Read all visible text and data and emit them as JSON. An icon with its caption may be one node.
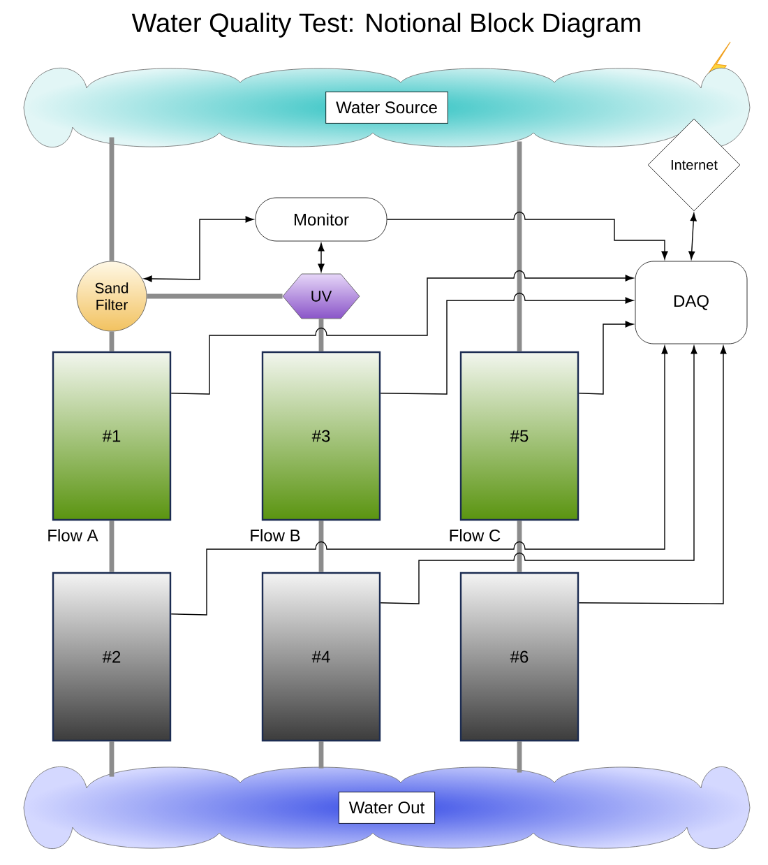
{
  "diagram": {
    "title": "Water Quality Test: Notional Block Diagram",
    "nodes": [
      {
        "text": [
          "Water Source"
        ]
      },
      {
        "text": [
          "Monitor"
        ]
      },
      {
        "text": [
          "Internet"
        ]
      },
      {
        "text": [
          "Sand Filter"
        ]
      },
      {
        "text": [
          "UV"
        ]
      },
      {
        "text": [
          "DAQ"
        ]
      },
      {
        "text": [
          "#1"
        ]
      },
      {
        "text": [
          "#3"
        ]
      },
      {
        "text": [
          "#5"
        ]
      },
      {
        "text": [
          "#2"
        ]
      },
      {
        "text": [
          "#4"
        ]
      },
      {
        "text": [
          "#6"
        ]
      },
      {
        "text": [
          "Water Out"
        ]
      }
    ],
    "edges": [
      {
        "from": 0,
        "to": 3,
        "arrow": "none"
      },
      {
        "from": 3,
        "to": 6,
        "arrow": "none"
      },
      {
        "from": 3,
        "to": 4,
        "arrow": "none"
      },
      {
        "from": 4,
        "to": 7,
        "arrow": "none"
      },
      {
        "from": 0,
        "to": 8,
        "arrow": "none"
      },
      {
        "from": 6,
        "to": 9,
        "arrow": "none"
      },
      {
        "from": 7,
        "to": 10,
        "arrow": "none"
      },
      {
        "from": 8,
        "to": 11,
        "arrow": "none"
      },
      {
        "from": 9,
        "to": 12,
        "arrow": "none"
      },
      {
        "from": 10,
        "to": 12,
        "arrow": "none"
      },
      {
        "from": 11,
        "to": 12,
        "arrow": "none"
      },
      {
        "from": 1,
        "to": 3,
        "arrow": "both",
        "color": "#000000"
      },
      {
        "from": 1,
        "to": 4,
        "arrow": "both",
        "color": "#000000"
      },
      {
        "from": 1,
        "to": 5,
        "arrow": "to",
        "color": "#000000"
      },
      {
        "from": 2,
        "to": 5,
        "arrow": "both",
        "color": "#000000"
      },
      {
        "from": 6,
        "to": 5,
        "arrow": "to",
        "color": "#000000"
      },
      {
        "from": 7,
        "to": 5,
        "arrow": "to",
        "color": "#000000"
      },
      {
        "from": 8,
        "to": 5,
        "arrow": "to",
        "color": "#000000"
      },
      {
        "from": 9,
        "to": 5,
        "arrow": "to",
        "color": "#000000"
      },
      {
        "from": 10,
        "to": 5,
        "arrow": "to",
        "color": "#000000"
      },
      {
        "from": 11,
        "to": 5,
        "arrow": "to",
        "color": "#000000"
      }
    ],
    "labels": [
      "Flow A",
      "Flow B",
      "Flow C"
    ]
  }
}
